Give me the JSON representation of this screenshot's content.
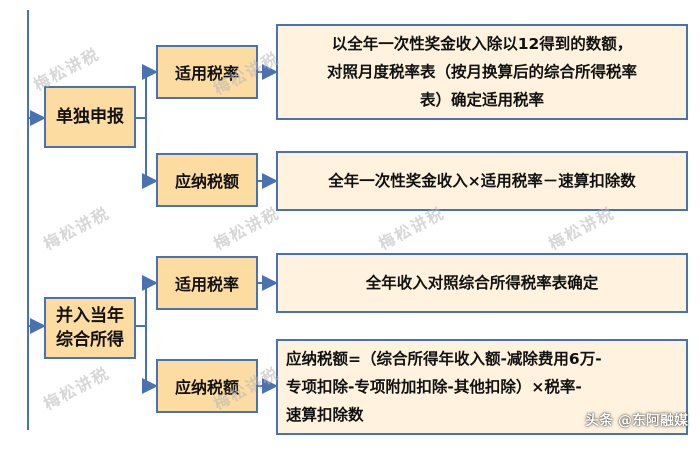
{
  "diagram": {
    "root_nodes": [
      {
        "label": "单独申报"
      },
      {
        "label": "并入当年\n综合所得"
      }
    ],
    "branches": [
      {
        "label": "适用税率"
      },
      {
        "label": "应纳税额"
      },
      {
        "label": "适用税率"
      },
      {
        "label": "应纳税额"
      }
    ],
    "details": [
      {
        "text": "以全年一次性奖金收入除以12得到的数额，\n对照月度税率表（按月换算后的综合所得税率\n表）确定适用税率"
      },
      {
        "text": "全年一次性奖金收入×适用税率－速算扣除数"
      },
      {
        "text": "全年收入对照综合所得税率表确定"
      },
      {
        "text": "应纳税额=（综合所得年收入额-减除费用6万-\n专项扣除-专项附加扣除-其他扣除）×税率-\n速算扣除数"
      }
    ]
  },
  "watermark": "梅松讲税",
  "credit": "头条 @东阿融媒",
  "colors": {
    "box_border": "#4a72b0",
    "node_fill": "#fddca2",
    "detail_fill": "#fff3df",
    "connector": "#4a72b0"
  }
}
